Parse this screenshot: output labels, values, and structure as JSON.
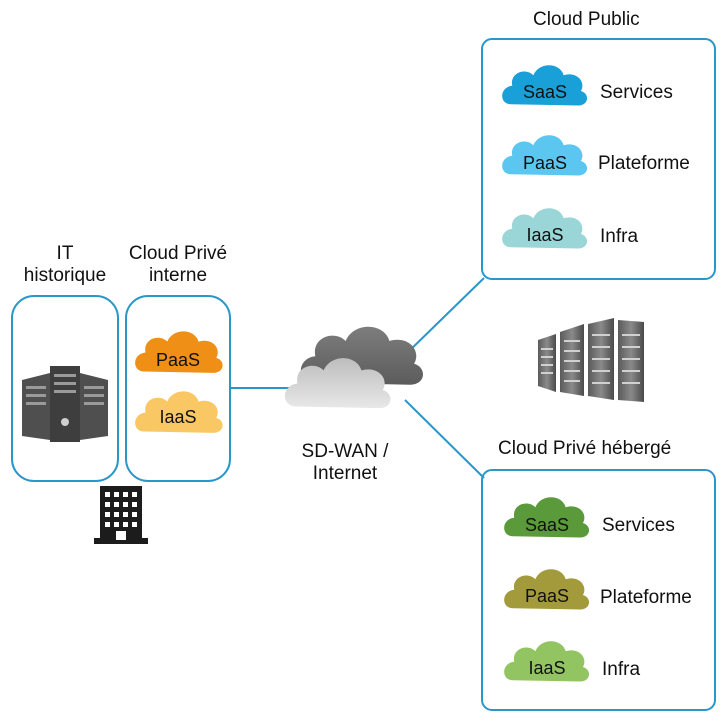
{
  "legacy": {
    "title_line1": "IT",
    "title_line2": "historique"
  },
  "private_internal": {
    "title_line1": "Cloud Privé",
    "title_line2": "interne",
    "clouds": [
      {
        "label": "PaaS",
        "color": "#ef8f16"
      },
      {
        "label": "IaaS",
        "color": "#f9c864"
      }
    ]
  },
  "network": {
    "label_line1": "SD-WAN /",
    "label_line2": "Internet"
  },
  "public_cloud": {
    "title": "Cloud Public",
    "rows": [
      {
        "cloud": "SaaS",
        "desc": "Services",
        "color": "#1aa0d8"
      },
      {
        "cloud": "PaaS",
        "desc": "Plateforme",
        "color": "#5bc7f0"
      },
      {
        "cloud": "IaaS",
        "desc": "Infra",
        "color": "#9ad6d8"
      }
    ]
  },
  "hosted_private_cloud": {
    "title": "Cloud Privé hébergé",
    "rows": [
      {
        "cloud": "SaaS",
        "desc": "Services",
        "color": "#5a9a3a"
      },
      {
        "cloud": "PaaS",
        "desc": "Plateforme",
        "color": "#a39a3c"
      },
      {
        "cloud": "IaaS",
        "desc": "Infra",
        "color": "#92c462"
      }
    ]
  },
  "colors": {
    "frame": "#2a97c9",
    "connector": "#2a97c9"
  }
}
